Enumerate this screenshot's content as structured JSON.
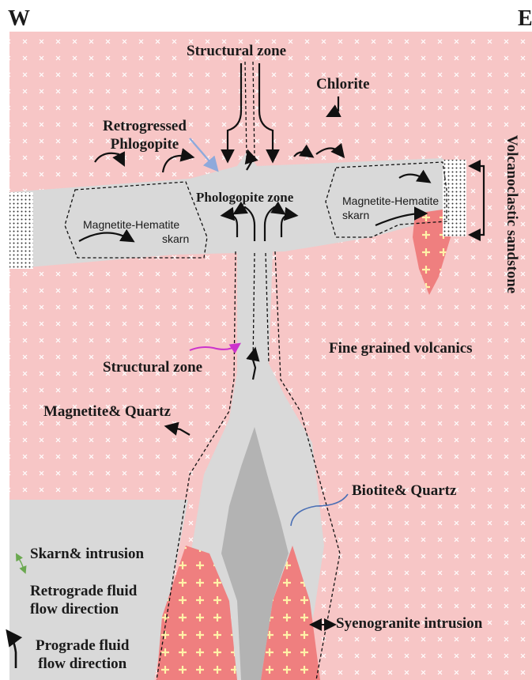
{
  "orientation": {
    "west": "W",
    "east": "E"
  },
  "labels": {
    "structural_zone_top": "Structural zone",
    "chlorite": "Chlorite",
    "retrogressed_phlogopite_line1": "Retrogressed",
    "retrogressed_phlogopite_line2": "Phlogopite",
    "phlogopite_zone": "Phologopite zone",
    "skarn_left_line1": "Magnetite-Hematite",
    "skarn_left_line2": "skarn",
    "skarn_right_line1": "Magnetite-Hematite",
    "skarn_right_line2": "skarn",
    "volcanoclastic": "Volcanoclastic sandstone",
    "fine_grained": "Fine grained volcanics",
    "structural_zone_mid": "Structural zone",
    "magnetite_quartz": "Magnetite& Quartz",
    "biotite_quartz": "Biotite& Quartz",
    "syenogranite": "Syenogranite intrusion"
  },
  "legend": {
    "skarn_intrusion": "Skarn& intrusion",
    "retrograde_line1": "Retrograde fluid",
    "retrograde_line2": "flow direction",
    "prograde_line1": "Prograde fluid",
    "prograde_line2": "flow direction"
  },
  "colors": {
    "host_rock": "#f7c6c6",
    "skarn": "#d9d9d9",
    "core": "#b3b3b3",
    "intrusion": "#ef7f7f",
    "retrograde_arrow": "#6aa84f",
    "phlogopite_arrow": "#8ea9db",
    "magenta_arrow": "#cc33cc",
    "biotite_line": "#4a6fb5"
  }
}
